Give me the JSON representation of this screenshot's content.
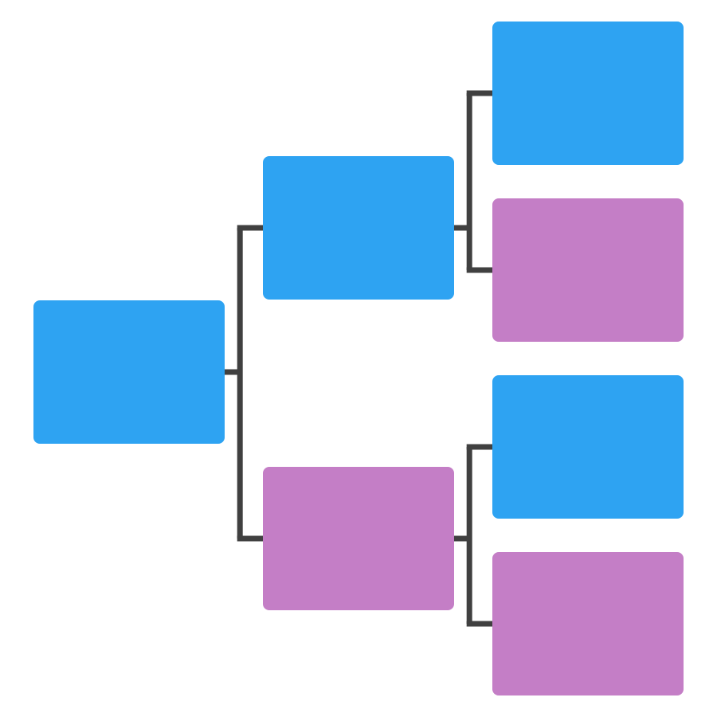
{
  "colors": {
    "blue": "#2ea3f2",
    "purple": "#c47ec6",
    "connector": "#404040"
  },
  "nodes": [
    {
      "id": "node-root",
      "color": "blue"
    },
    {
      "id": "node-a",
      "color": "blue"
    },
    {
      "id": "node-b",
      "color": "purple"
    },
    {
      "id": "node-a1",
      "color": "blue"
    },
    {
      "id": "node-a2",
      "color": "purple"
    },
    {
      "id": "node-b1",
      "color": "blue"
    },
    {
      "id": "node-b2",
      "color": "purple"
    }
  ],
  "edges": [
    {
      "from": "node-root",
      "to": "node-a"
    },
    {
      "from": "node-root",
      "to": "node-b"
    },
    {
      "from": "node-a",
      "to": "node-a1"
    },
    {
      "from": "node-a",
      "to": "node-a2"
    },
    {
      "from": "node-b",
      "to": "node-b1"
    },
    {
      "from": "node-b",
      "to": "node-b2"
    }
  ]
}
